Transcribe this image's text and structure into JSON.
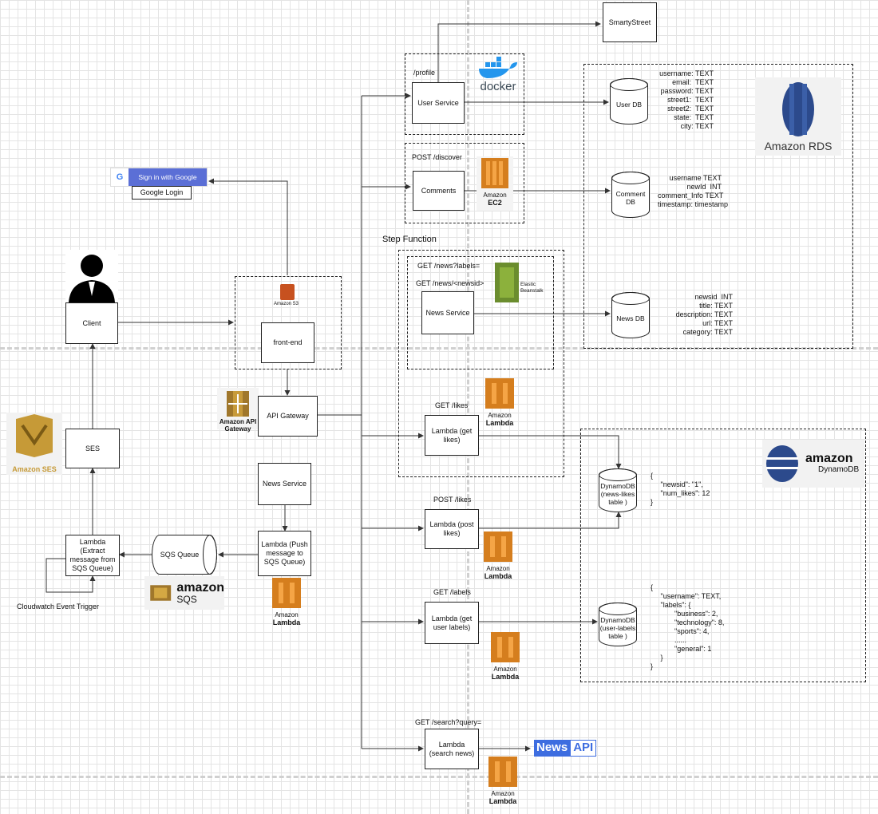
{
  "google": {
    "button": "Sign in with Google",
    "caption": "Google Login"
  },
  "client": {
    "label": "Client"
  },
  "s3": {
    "label": "Amazon S3",
    "frontend": "front-end"
  },
  "api_gateway": {
    "label": "API Gateway",
    "logo": "Amazon API Gateway"
  },
  "ses": {
    "label": "SES",
    "logo": "Amazon SES"
  },
  "lambda_extract": {
    "label": "Lambda (Extract message from SQS Queue)"
  },
  "cloudwatch": {
    "label": "Cloudwatch Event Trigger"
  },
  "sqs": {
    "queue": "SQS Queue",
    "logo_top": "amazon",
    "logo_bottom": "SQS"
  },
  "news_service_push": {
    "label": "News Service"
  },
  "lambda_push": {
    "label": "Lambda (Push message to SQS Queue)"
  },
  "lambda_logo": {
    "top": "Amazon",
    "bottom": "Lambda"
  },
  "smartystreet": {
    "label": "SmartyStreet"
  },
  "profile": {
    "route": "/profile",
    "service": "User Service",
    "logo": "docker"
  },
  "discover": {
    "route": "POST /discover",
    "service": "Comments",
    "logo_top": "Amazon",
    "logo_bottom": "EC2"
  },
  "step_function": {
    "label": "Step Function"
  },
  "news": {
    "route1": "GET /news?labels=",
    "route2": "GET /news/<newsid>",
    "service": "News Service",
    "logo": "Elastic Beanstalk"
  },
  "get_likes": {
    "route": "GET /likes",
    "lambda": "Lambda (get likes)"
  },
  "post_likes": {
    "route": "POST /likes",
    "lambda": "Lambda (post likes)"
  },
  "get_labels": {
    "route": "GET /labels",
    "lambda": "Lambda (get user labels)"
  },
  "search": {
    "route": "GET /search?query=",
    "lambda": "Lambda (search news)"
  },
  "newsapi": {
    "left": "News",
    "right": "API"
  },
  "rds": {
    "logo": "Amazon RDS",
    "user_db": "User DB",
    "user_schema": "username: TEXT\nemail:  TEXT\npassword: TEXT\nstreet1:  TEXT\nstreet2:  TEXT\nstate:  TEXT\ncity: TEXT",
    "comment_db": "Comment DB",
    "comment_schema": "username TEXT\nnewId  INT\ncomment_Info TEXT\ntimestamp: timestamp",
    "news_db": "News DB",
    "news_schema": "newsid  INT\ntitle: TEXT\ndescription: TEXT\nurl: TEXT\ncategory: TEXT"
  },
  "dynamo": {
    "logo_top": "amazon",
    "logo_bottom": "DynamoDB",
    "likes_table": "DynamoDB (news-likes table )",
    "likes_json": "{\n     \"newsid\": \"1\",\n     \"num_likes\": 12\n}",
    "labels_table": "DynamoDB (user-labels table )",
    "labels_json": "{\n     \"username\": TEXT,\n     \"labels\": {\n            \"business\": 2,\n            \"technology\": 8,\n            \"sports\": 4,\n            ......\n            \"general\": 1\n     }\n}"
  }
}
